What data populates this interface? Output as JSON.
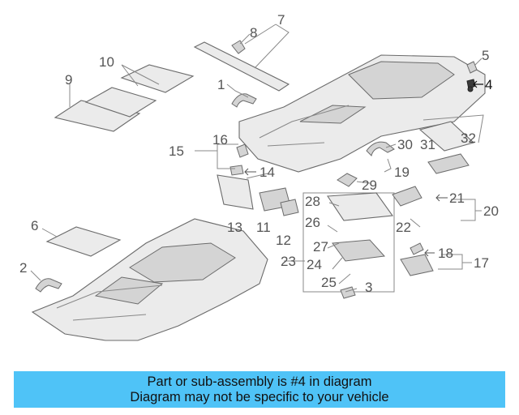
{
  "diagram": {
    "callouts": [
      {
        "id": "1",
        "label": "1"
      },
      {
        "id": "2",
        "label": "2"
      },
      {
        "id": "3",
        "label": "3"
      },
      {
        "id": "4",
        "label": "4"
      },
      {
        "id": "5",
        "label": "5"
      },
      {
        "id": "6",
        "label": "6"
      },
      {
        "id": "7",
        "label": "7"
      },
      {
        "id": "8",
        "label": "8"
      },
      {
        "id": "9",
        "label": "9"
      },
      {
        "id": "10",
        "label": "10"
      },
      {
        "id": "11",
        "label": "11"
      },
      {
        "id": "12",
        "label": "12"
      },
      {
        "id": "13",
        "label": "13"
      },
      {
        "id": "14",
        "label": "14"
      },
      {
        "id": "15",
        "label": "15"
      },
      {
        "id": "16",
        "label": "16"
      },
      {
        "id": "17",
        "label": "17"
      },
      {
        "id": "18",
        "label": "18"
      },
      {
        "id": "19",
        "label": "19"
      },
      {
        "id": "20",
        "label": "20"
      },
      {
        "id": "21",
        "label": "21"
      },
      {
        "id": "22",
        "label": "22"
      },
      {
        "id": "23",
        "label": "23"
      },
      {
        "id": "24",
        "label": "24"
      },
      {
        "id": "25",
        "label": "25"
      },
      {
        "id": "26",
        "label": "26"
      },
      {
        "id": "27",
        "label": "27"
      },
      {
        "id": "28",
        "label": "28"
      },
      {
        "id": "29",
        "label": "29"
      },
      {
        "id": "30",
        "label": "30"
      },
      {
        "id": "31",
        "label": "31"
      },
      {
        "id": "32",
        "label": "32"
      }
    ],
    "highlighted": "4",
    "highlight_color": "#000000",
    "line_color": "#6b6b6b"
  },
  "banner": {
    "line1": "Part or sub-assembly is #4 in diagram",
    "line2": "Diagram may not be specific to your vehicle",
    "background": "#4fc3f7"
  }
}
